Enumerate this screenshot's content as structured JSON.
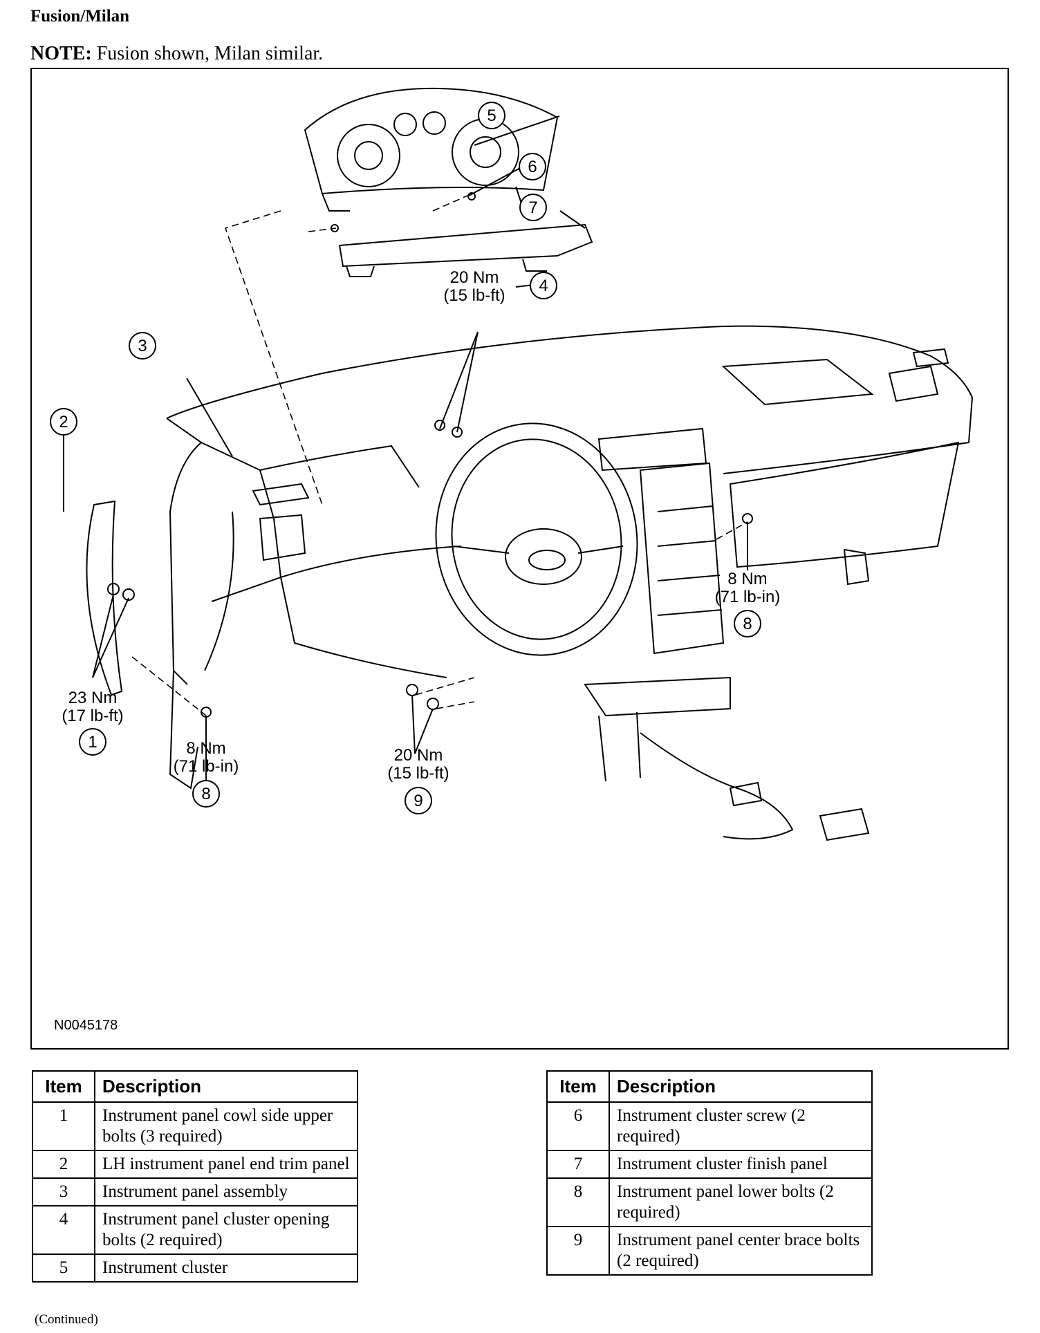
{
  "header": {
    "title": "Fusion/Milan",
    "note_label": "NOTE:",
    "note_text": " Fusion shown, Milan similar."
  },
  "figure": {
    "figure_id": "N0045178",
    "callouts": [
      {
        "id": "1",
        "torque": "23 Nm",
        "imperial": "(17 lb-ft)"
      },
      {
        "id": "2"
      },
      {
        "id": "3"
      },
      {
        "id": "4",
        "torque": "20 Nm",
        "imperial": "(15 lb-ft)"
      },
      {
        "id": "5"
      },
      {
        "id": "6"
      },
      {
        "id": "7"
      },
      {
        "id": "8",
        "torque": "8 Nm",
        "imperial": "(71 lb-in)"
      },
      {
        "id": "8",
        "torque": "8 Nm",
        "imperial": "(71 lb-in)"
      },
      {
        "id": "9",
        "torque": "20 Nm",
        "imperial": "(15 lb-ft)"
      }
    ]
  },
  "tables": {
    "header_item": "Item",
    "header_desc": "Description",
    "left": [
      {
        "item": "1",
        "desc": "Instrument panel cowl side upper bolts (3 required)"
      },
      {
        "item": "2",
        "desc": "LH instrument panel end trim panel"
      },
      {
        "item": "3",
        "desc": "Instrument panel assembly"
      },
      {
        "item": "4",
        "desc": "Instrument panel cluster opening bolts (2 required)"
      },
      {
        "item": "5",
        "desc": "Instrument cluster"
      }
    ],
    "right": [
      {
        "item": "6",
        "desc": "Instrument cluster screw (2 required)"
      },
      {
        "item": "7",
        "desc": "Instrument cluster finish panel"
      },
      {
        "item": "8",
        "desc": "Instrument panel lower bolts (2 required)"
      },
      {
        "item": "9",
        "desc": "Instrument panel center brace bolts (2 required)"
      }
    ]
  },
  "footer": {
    "continued": "(Continued)"
  }
}
